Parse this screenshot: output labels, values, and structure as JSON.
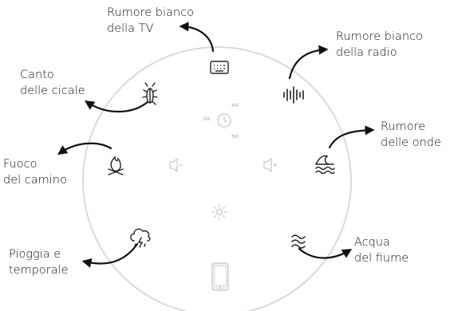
{
  "sounds": [
    {
      "id": "tv",
      "line1": "Rumore bianco",
      "line2": "della TV",
      "icon": "keyboard-icon"
    },
    {
      "id": "radio",
      "line1": "Rumore bianco",
      "line2": "della radio",
      "icon": "audio-waveform-icon"
    },
    {
      "id": "cicale",
      "line1": "Canto",
      "line2": "delle cicale",
      "icon": "cicada-icon"
    },
    {
      "id": "onde",
      "line1": "Rumore",
      "line2": "delle onde",
      "icon": "wave-icon"
    },
    {
      "id": "camino",
      "line1": "Fuoco",
      "line2": "del camino",
      "icon": "campfire-icon"
    },
    {
      "id": "pioggia",
      "line1": "Pioggia e",
      "line2": "temporale",
      "icon": "thunderstorm-icon"
    },
    {
      "id": "fiume",
      "line1": "Acqua",
      "line2": "del fiume",
      "icon": "river-icon"
    }
  ],
  "timer": {
    "t30": "30",
    "t60": "60",
    "t90": "90",
    "icon": "clock-icon"
  },
  "controls": {
    "volume_down": "volume-down-icon",
    "volume_up": "volume-up-icon",
    "light": "brightness-icon",
    "phone": "phone-icon"
  },
  "colors": {
    "outline": "#d9d9d9",
    "icon": "#222222",
    "faint": "#c8c8c8",
    "arrow": "#111111"
  }
}
